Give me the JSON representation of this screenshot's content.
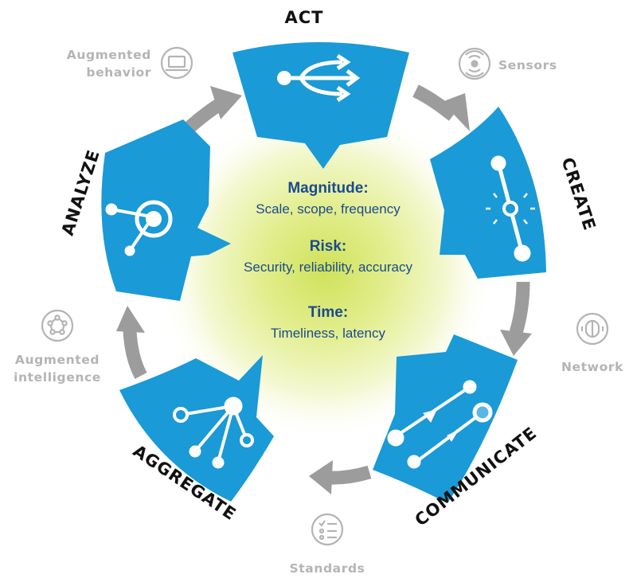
{
  "stages": {
    "act": "ACT",
    "create": "CREATE",
    "communicate": "COMMUNICATE",
    "aggregate": "AGGREGATE",
    "analyze": "ANALYZE"
  },
  "peripherals": {
    "augmented_behavior_line1": "Augmented",
    "augmented_behavior_line2": "behavior",
    "sensors": "Sensors",
    "network": "Network",
    "standards": "Standards",
    "augmented_intelligence_line1": "Augmented",
    "augmented_intelligence_line2": "intelligence"
  },
  "center": {
    "magnitude_title": "Magnitude:",
    "magnitude_text": "Scale, scope, frequency",
    "risk_title": "Risk:",
    "risk_text": "Security, reliability, accuracy",
    "time_title": "Time:",
    "time_text": "Timeliness, latency"
  },
  "colors": {
    "segment_blue": "#1a9ad6",
    "arrow_gray": "#9c9c9c",
    "peripheral_gray": "#b4b4b4",
    "center_text": "#1b4a8f",
    "center_glow": "#d8e86a"
  },
  "icons": {
    "act": "arrows-icon",
    "create": "sensor-node-icon",
    "communicate": "exchange-icon",
    "aggregate": "hub-icon",
    "analyze": "target-icon",
    "augmented_behavior": "computer-icon",
    "sensors": "sensor-wave-icon",
    "network": "network-icon",
    "standards": "checklist-icon",
    "augmented_intelligence": "pentagon-network-icon"
  }
}
